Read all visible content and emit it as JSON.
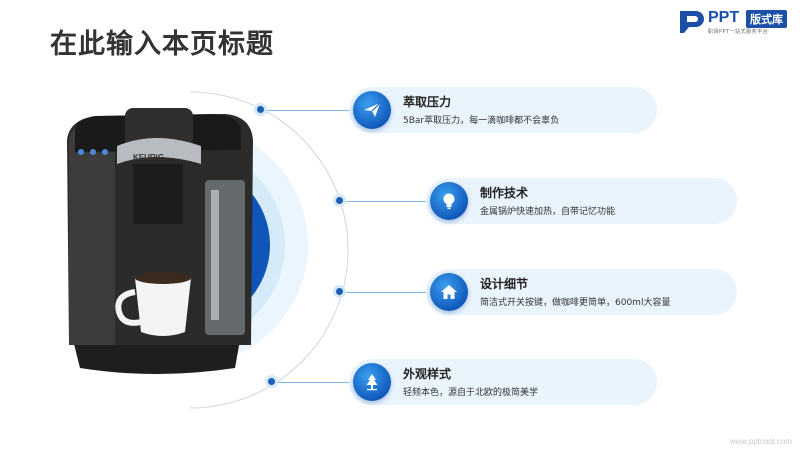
{
  "title": "在此输入本页标题",
  "logo": {
    "ppt": "PPT",
    "badge": "版式库",
    "sub": "职场PPT一站式服务平台"
  },
  "features": [
    {
      "title": "萃取压力",
      "desc": "5Bar萃取压力，每一滴咖啡都不会辜负",
      "icon": "paper-plane-icon"
    },
    {
      "title": "制作技术",
      "desc": "金属锅炉快速加热，自带记忆功能",
      "icon": "lightbulb-icon"
    },
    {
      "title": "设计细节",
      "desc": "简洁式开关按键，做咖啡更简单，600ml大容量",
      "icon": "home-icon"
    },
    {
      "title": "外观样式",
      "desc": "轻频本色，源自于北欧的极简美学",
      "icon": "tree-icon"
    }
  ],
  "machine": {
    "brand": "KEURIG"
  },
  "watermark": "www.pptcool.com",
  "colors": {
    "accent": "#0f56b8",
    "card_bg": "#eaf4fd",
    "ring": "#dbeefb",
    "line": "#7cb7e6"
  }
}
